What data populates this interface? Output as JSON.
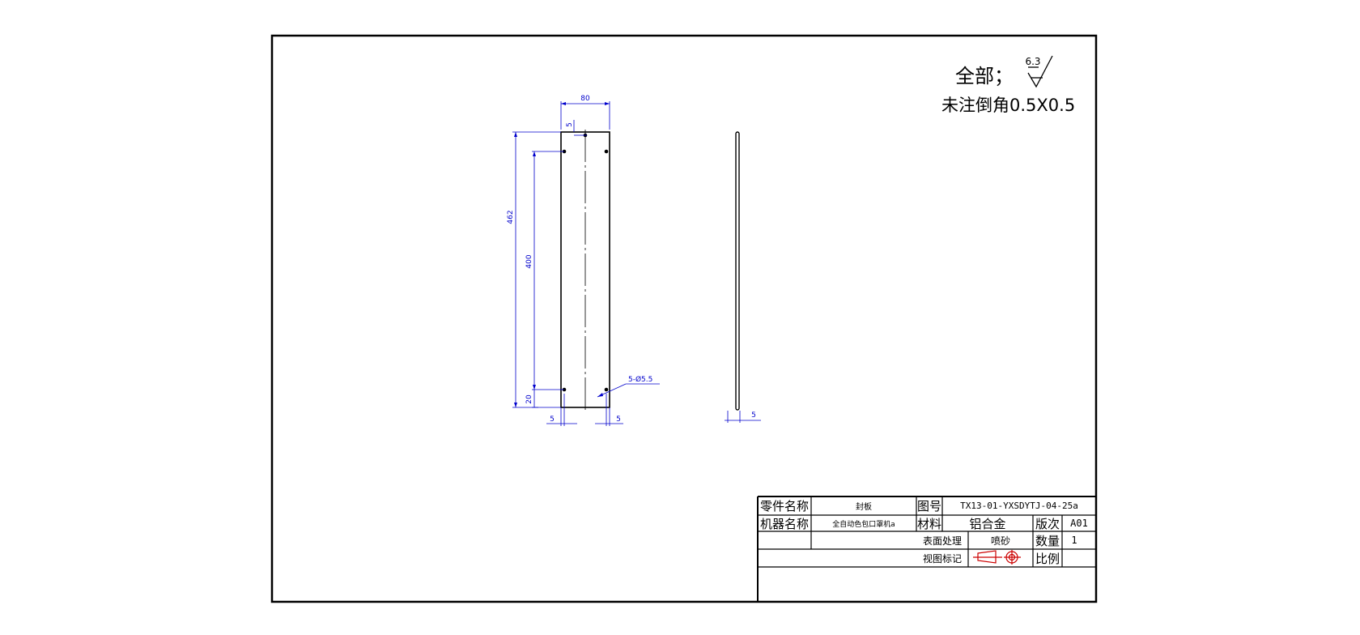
{
  "notes": {
    "surface_prefix": "全部；",
    "roughness_value": "6.3",
    "chamfer_note": "未注倒角0.5X0.5"
  },
  "dimensions": {
    "width": "80",
    "top_offset": "5",
    "total_height": "462",
    "hole_spacing": "400",
    "bottom_offset": "20",
    "left_edge": "5",
    "right_edge": "5",
    "hole_callout": "5-Ø5.5",
    "thickness": "5"
  },
  "title_block": {
    "part_name_label": "零件名称",
    "part_name_value": "封板",
    "drawing_no_label": "图号",
    "drawing_no_value": "TX13-01-YXSDYTJ-04-25a",
    "machine_name_label": "机器名称",
    "machine_name_value": "全自动色包口罩机a",
    "material_label": "材料",
    "material_value": "铝合金",
    "revision_label": "版次",
    "revision_value": "A01",
    "surface_label": "表面处理",
    "surface_value": "喷砂",
    "quantity_label": "数量",
    "quantity_value": "1",
    "view_mark_label": "视图标记",
    "scale_label": "比例",
    "scale_value": ""
  },
  "colors": {
    "outline": "#000000",
    "dimension": "#0000cc",
    "background": "#ffffff"
  }
}
